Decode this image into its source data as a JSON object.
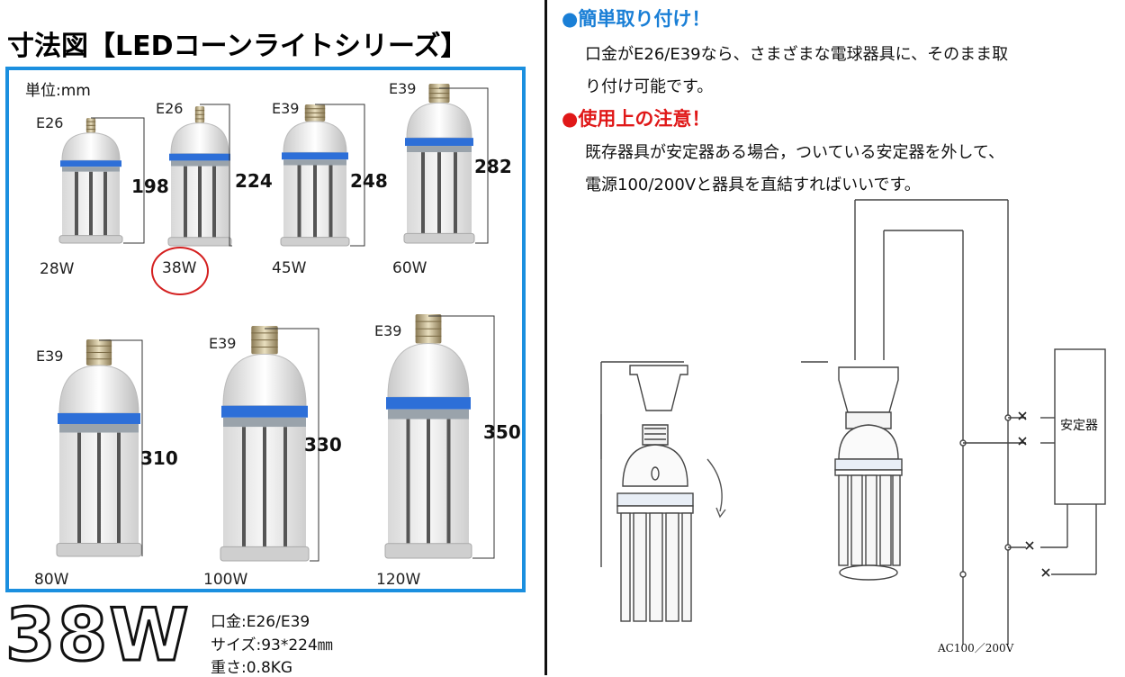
{
  "left": {
    "title": "寸法図【LEDコーンライトシリーズ】",
    "unit": "単位:mm",
    "bulbs": [
      {
        "socket": "E26",
        "size": "198",
        "watt": "28W"
      },
      {
        "socket": "E26",
        "size": "224",
        "watt": "38W"
      },
      {
        "socket": "E39",
        "size": "248",
        "watt": "45W"
      },
      {
        "socket": "E39",
        "size": "282",
        "watt": "60W"
      },
      {
        "socket": "E39",
        "size": "310",
        "watt": "80W"
      },
      {
        "socket": "E39",
        "size": "330",
        "watt": "100W"
      },
      {
        "socket": "E39",
        "size": "350",
        "watt": "120W"
      }
    ],
    "highlight": "38W",
    "specs": {
      "socket": "口金:E26/E39",
      "size": "サイズ:93*224㎜",
      "weight": "重さ:0.8KG"
    }
  },
  "right": {
    "heading1": "●簡単取り付け！",
    "text1a": "口金がE26/E39なら、さまざまな電球器具に、そのまま取",
    "text1b": "り付け可能です。",
    "heading2": "●使用上の注意！",
    "text2a": "既存器具が安定器ある場合，ついている安定器を外して、",
    "text2b": "電源100/200Vと器具を直結すればいいです。",
    "ballast_label": "安定器",
    "power_label": "AC100／200V"
  },
  "colors": {
    "frame_blue": "#1b8fdf",
    "heading_blue": "#1a7fd6",
    "heading_red": "#e01818",
    "band_blue": "#2d6fd8"
  }
}
